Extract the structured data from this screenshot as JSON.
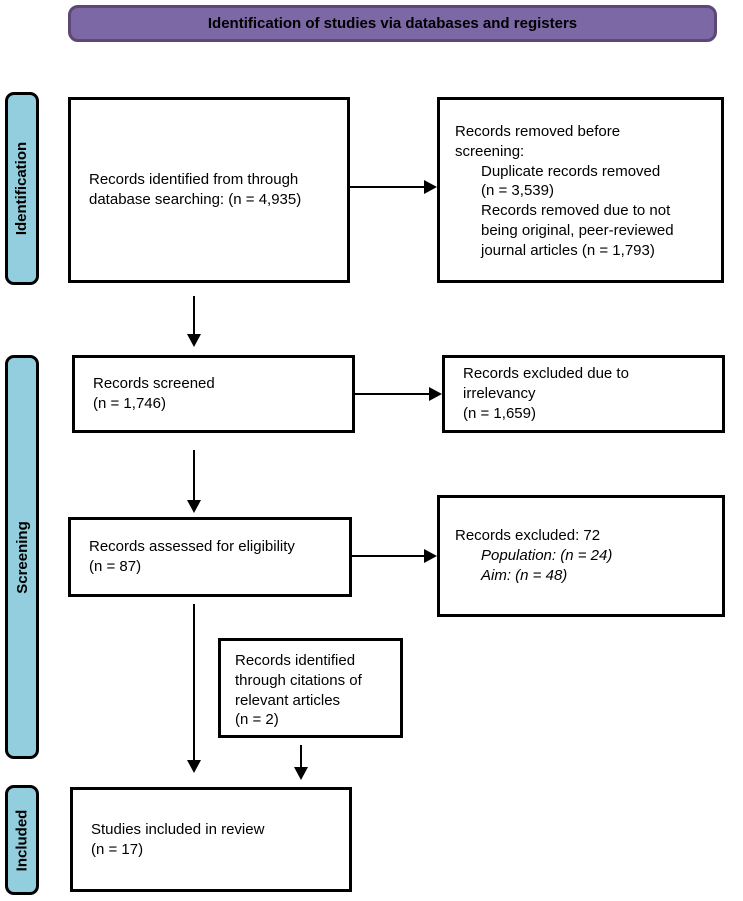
{
  "title": "Identification of studies via databases and registers",
  "colors": {
    "header_fill": "#7D68A6",
    "header_border": "#5C4776",
    "stage_fill": "#92CEDD",
    "box_border": "#000000",
    "arrow": "#000000"
  },
  "stages": {
    "identification": "Identification",
    "screening": "Screening",
    "included": "Included"
  },
  "boxes": {
    "identified": "Records identified from through\ndatabase searching: (n = 4,935)",
    "removed": {
      "heading": "Records removed before\nscreening:",
      "items": [
        "Duplicate records removed\n(n = 3,539)",
        "Records removed due to not\nbeing original, peer-reviewed\njournal articles (n = 1,793)"
      ]
    },
    "screened": "Records screened\n(n = 1,746)",
    "irrelevancy": "Records excluded due to\nirrelevancy\n(n = 1,659)",
    "assessed": "Records assessed for eligibility\n(n = 87)",
    "excluded": {
      "heading": "Records excluded: 72",
      "items": [
        "Population: (n = 24)",
        "Aim: (n = 48)"
      ]
    },
    "citations": "Records identified\nthrough citations of\nrelevant articles\n(n = 2)",
    "included": "Studies included in review\n(n = 17)"
  }
}
